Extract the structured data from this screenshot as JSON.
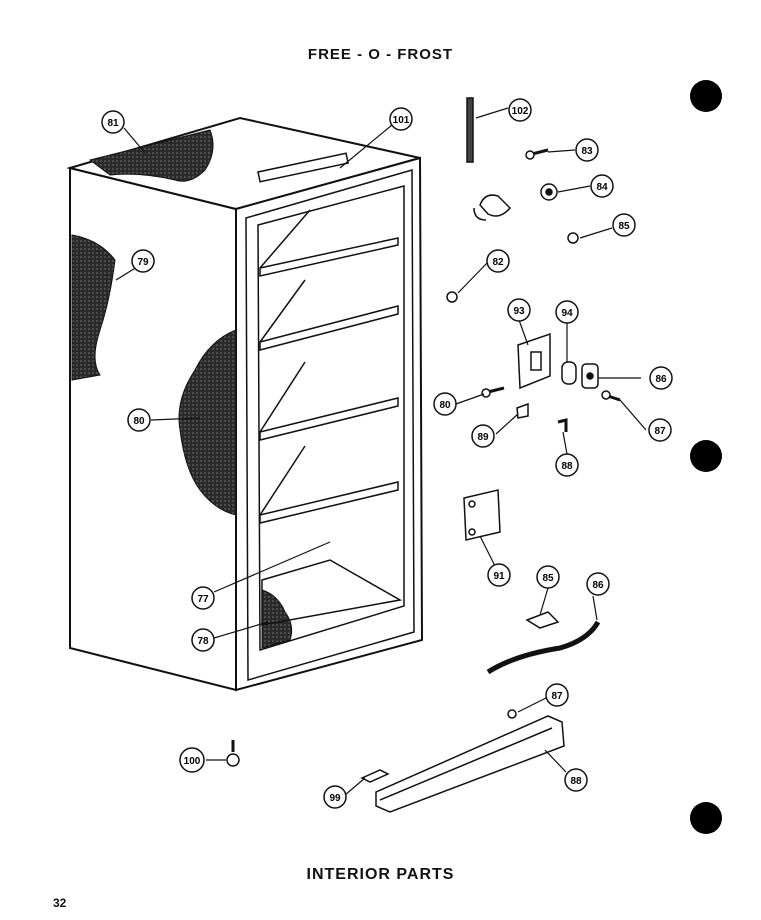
{
  "title": "FREE - O - FROST",
  "subtitle": "INTERIOR PARTS",
  "page_number": "32",
  "callouts": {
    "c81": "81",
    "c101": "101",
    "c102": "102",
    "c83": "83",
    "c84": "84",
    "c85a": "85",
    "c79": "79",
    "c82": "82",
    "c93": "93",
    "c94": "94",
    "c86a": "86",
    "c80": "80",
    "c87a": "87",
    "c89": "89",
    "c88a": "88",
    "c91": "91",
    "c85b": "85",
    "c86b": "86",
    "c77": "77",
    "c78": "78",
    "c87b": "87",
    "c100": "100",
    "c88b": "88",
    "c99": "99"
  }
}
